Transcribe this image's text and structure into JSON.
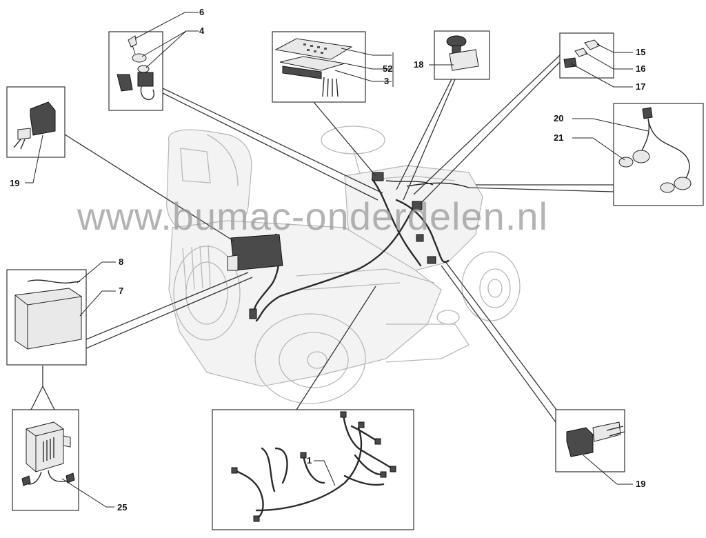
{
  "watermark": "www.bumac-onderdelen.nl",
  "callouts": {
    "c6": "6",
    "c4": "4",
    "c52": "52",
    "c3": "3",
    "c18": "18",
    "c15": "15",
    "c16": "16",
    "c17": "17",
    "c20": "20",
    "c21": "21",
    "c19_left": "19",
    "c8": "8",
    "c7": "7",
    "c1": "1",
    "c25": "25",
    "c19_right": "19"
  }
}
